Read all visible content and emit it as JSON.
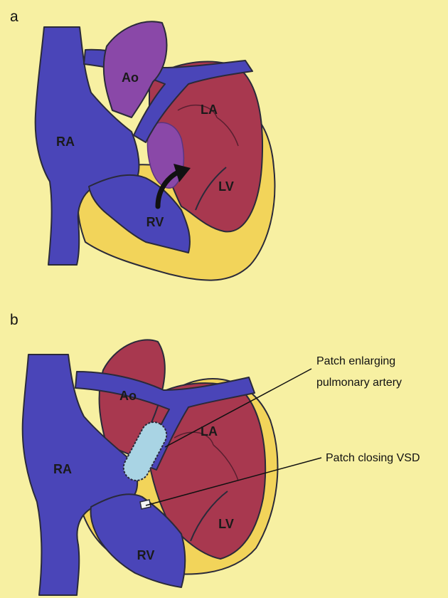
{
  "panels": [
    {
      "letter": "a",
      "labels": {
        "ao": "Ao",
        "ra": "RA",
        "la": "LA",
        "lv": "LV",
        "rv": "RV"
      }
    },
    {
      "letter": "b",
      "labels": {
        "ao": "Ao",
        "ra": "RA",
        "la": "LA",
        "lv": "LV",
        "rv": "RV"
      }
    }
  ],
  "callouts": {
    "patch_pa_line1": "Patch enlarging",
    "patch_pa_line2": "pulmonary artery",
    "patch_vsd": "Patch closing VSD"
  },
  "colors": {
    "background": "#f7f0a2",
    "venous_blue": "#4a45b8",
    "arterial_red": "#a8384f",
    "aorta_purple_a": "#8a48a8",
    "fat_yellow": "#f2d45a",
    "patch_blue": "#a9d4e4"
  }
}
